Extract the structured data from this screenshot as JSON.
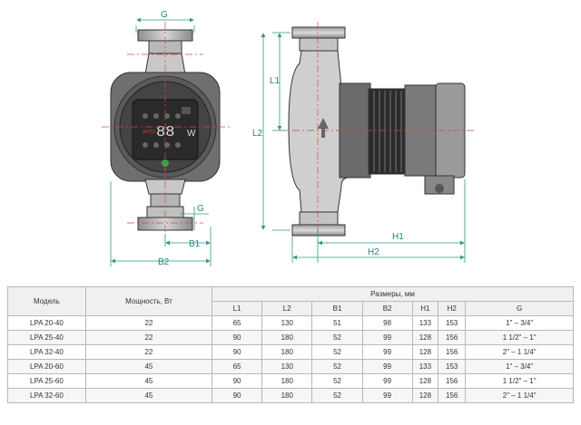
{
  "dimension_labels": {
    "G_top": "G",
    "G_side": "G",
    "B1": "B1",
    "B2": "B2",
    "L1": "L1",
    "L2": "L2",
    "H1": "H1",
    "H2": "H2"
  },
  "display": {
    "digits": "88",
    "unit": "W",
    "mode": "AUTO"
  },
  "table": {
    "header_model": "Модель",
    "header_power": "Мощность, Вт",
    "header_sizes": "Размеры, мм",
    "sub_headers": [
      "L1",
      "L2",
      "B1",
      "B2",
      "H1",
      "H2",
      "G"
    ],
    "rows": [
      {
        "model": "LPA 20-40",
        "power": "22",
        "L1": "65",
        "L2": "130",
        "B1": "51",
        "B2": "98",
        "H1": "133",
        "H2": "153",
        "G": "1\" – 3/4\""
      },
      {
        "model": "LPA 25-40",
        "power": "22",
        "L1": "90",
        "L2": "180",
        "B1": "52",
        "B2": "99",
        "H1": "128",
        "H2": "156",
        "G": "1 1/2\" – 1\""
      },
      {
        "model": "LPA 32-40",
        "power": "22",
        "L1": "90",
        "L2": "180",
        "B1": "52",
        "B2": "99",
        "H1": "128",
        "H2": "156",
        "G": "2\" – 1 1/4\""
      },
      {
        "model": "LPA 20-60",
        "power": "45",
        "L1": "65",
        "L2": "130",
        "B1": "52",
        "B2": "99",
        "H1": "133",
        "H2": "153",
        "G": "1\" – 3/4\""
      },
      {
        "model": "LPA 25-60",
        "power": "45",
        "L1": "90",
        "L2": "180",
        "B1": "52",
        "B2": "99",
        "H1": "128",
        "H2": "156",
        "G": "1 1/2\" – 1\""
      },
      {
        "model": "LPA 32-60",
        "power": "45",
        "L1": "90",
        "L2": "180",
        "B1": "52",
        "B2": "99",
        "H1": "128",
        "H2": "156",
        "G": "2\" – 1 1/4\""
      }
    ]
  }
}
